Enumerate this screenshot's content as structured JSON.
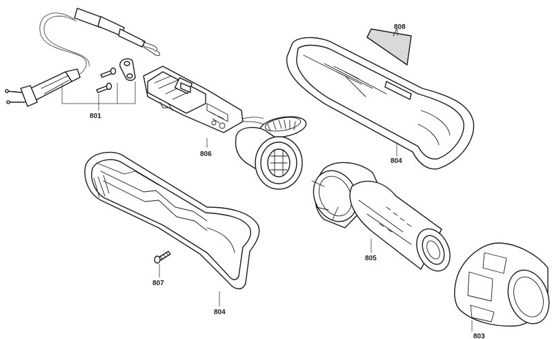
{
  "diagram": {
    "callouts": {
      "p801": "801",
      "p803": "803",
      "p804a": "804",
      "p804b": "804",
      "p805": "805",
      "p806": "806",
      "p807": "807",
      "p808": "808"
    }
  }
}
